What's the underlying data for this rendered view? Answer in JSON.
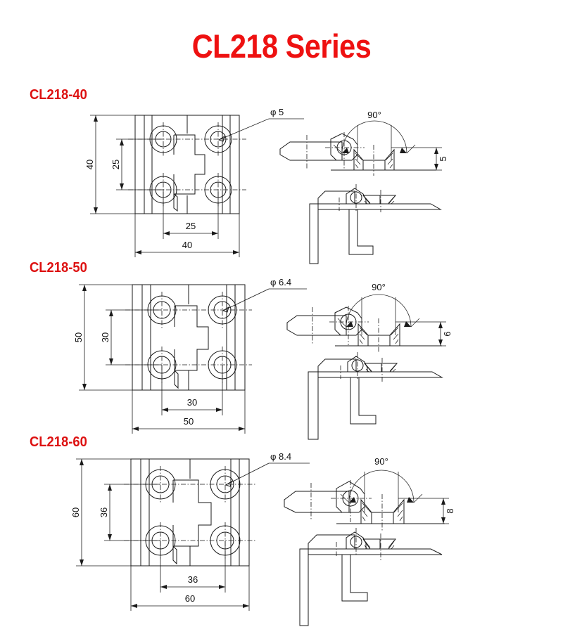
{
  "page": {
    "title": "CL218 Series",
    "title_color": "#ee1111",
    "background": "#ffffff",
    "line_color": "#1a1a1a"
  },
  "drawing_type": "engineering-dimension-drawing",
  "sections": [
    {
      "label": "CL218-40",
      "front_view": {
        "overall_width": "40",
        "overall_height": "40",
        "hole_spacing_horizontal": "25",
        "hole_spacing_vertical": "25",
        "hole_callout": "φ 5",
        "hole_count": 4
      },
      "section_view": {
        "angle": "90°",
        "thickness": "5"
      }
    },
    {
      "label": "CL218-50",
      "front_view": {
        "overall_width": "50",
        "overall_height": "50",
        "hole_spacing_horizontal": "30",
        "hole_spacing_vertical": "30",
        "hole_callout": "φ 6.4",
        "hole_count": 4
      },
      "section_view": {
        "angle": "90°",
        "thickness": "6"
      }
    },
    {
      "label": "CL218-60",
      "front_view": {
        "overall_width": "60",
        "overall_height": "60",
        "hole_spacing_horizontal": "36",
        "hole_spacing_vertical": "36",
        "hole_callout": "φ 8.4",
        "hole_count": 4
      },
      "section_view": {
        "angle": "90°",
        "thickness": "8"
      }
    }
  ]
}
